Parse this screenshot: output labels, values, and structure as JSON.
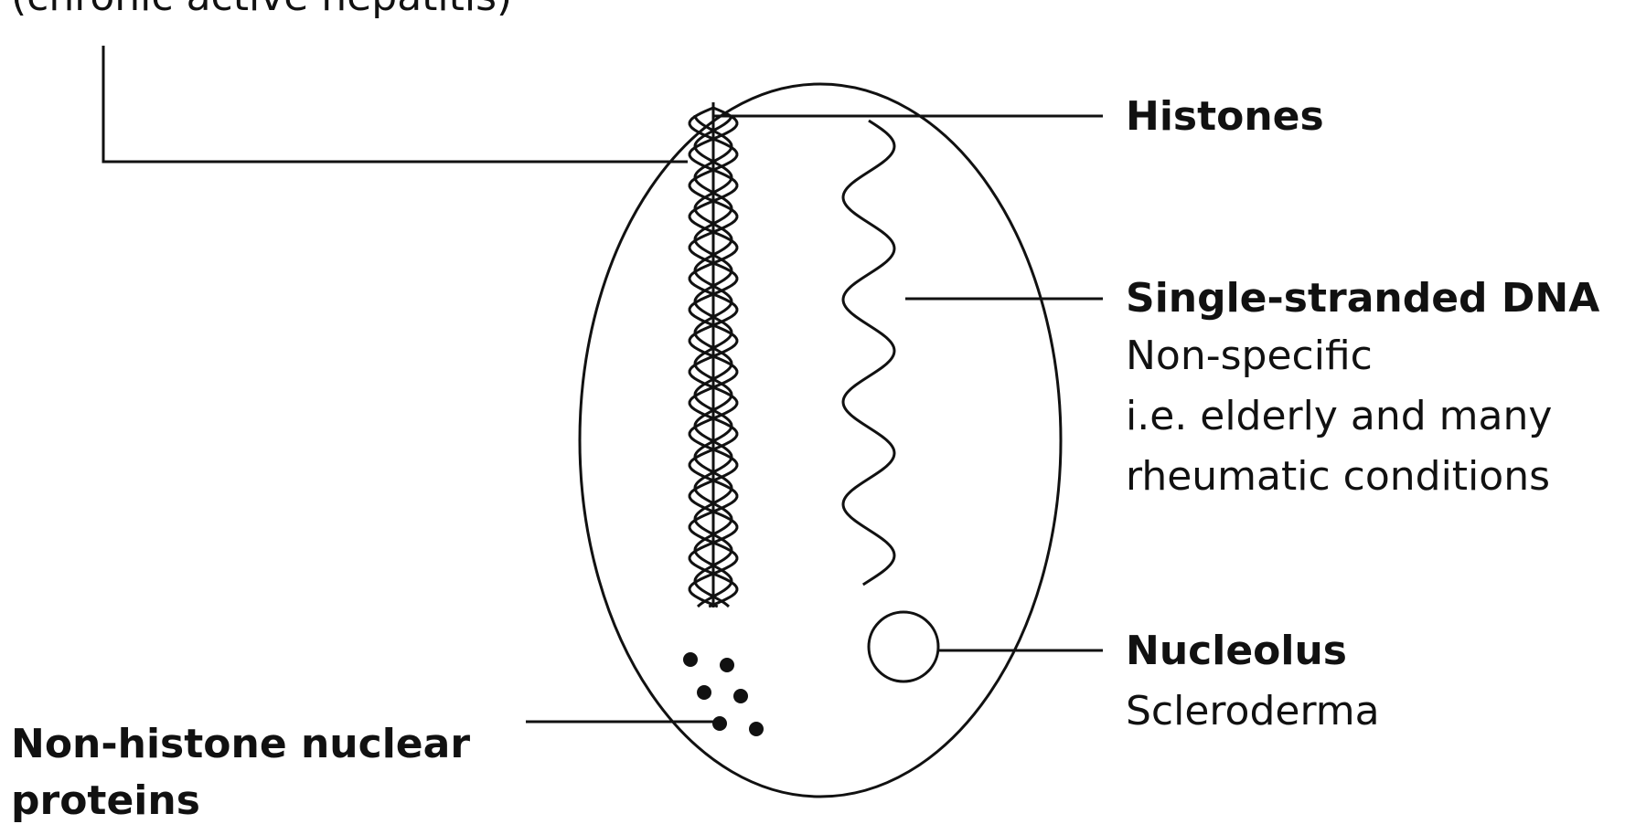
{
  "labels": {
    "top_left_partial": "(chronic active hepatitis)",
    "histones": "Histones",
    "ssdna_title": "Single-stranded DNA",
    "ssdna_note_1": "Non-specific",
    "ssdna_note_2": "i.e. elderly and many",
    "ssdna_note_3": "rheumatic conditions",
    "nucleolus_title": "Nucleolus",
    "nucleolus_note": "Scleroderma",
    "nonhistone_line_1": "Non-histone nuclear",
    "nonhistone_line_2": "proteins"
  },
  "colors": {
    "ink": "#111111",
    "background": "#ffffff"
  }
}
